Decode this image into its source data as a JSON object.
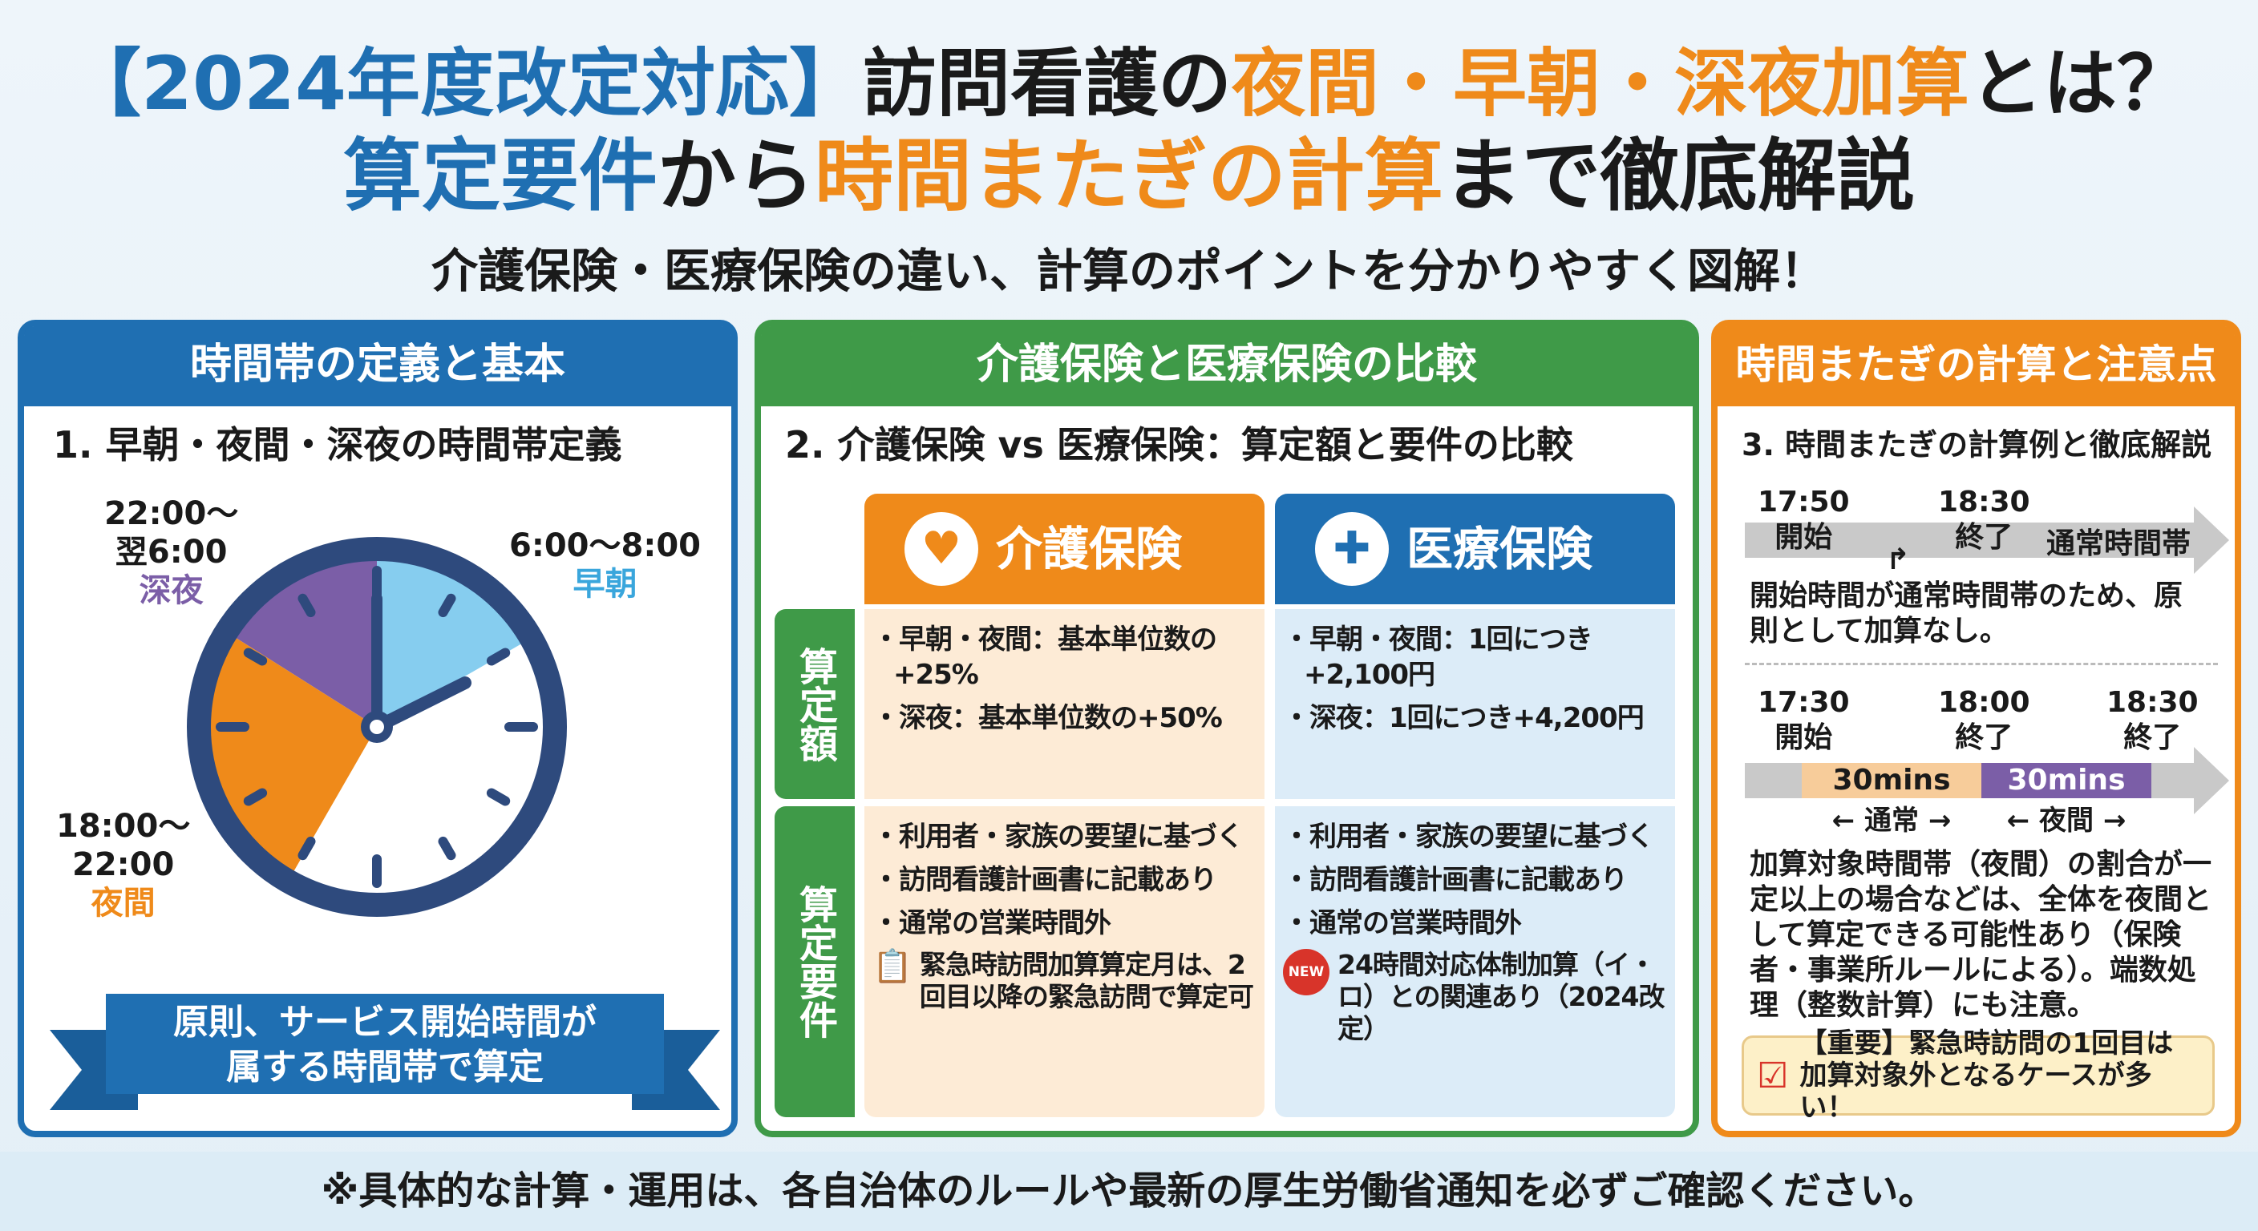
{
  "header": {
    "title_line1": [
      {
        "text": "【2024年度改定対応】",
        "color": "blue"
      },
      {
        "text": "訪問看護の",
        "color": "black"
      },
      {
        "text": "夜間・早朝・深夜加算",
        "color": "orange"
      },
      {
        "text": "とは？",
        "color": "black"
      }
    ],
    "title_line2": [
      {
        "text": "算定要件",
        "color": "blue"
      },
      {
        "text": "から",
        "color": "black"
      },
      {
        "text": "時間またぎの計算",
        "color": "orange"
      },
      {
        "text": "まで徹底解説",
        "color": "black"
      }
    ],
    "subtitle": "介護保険・医療保険の違い、計算のポイントを分かりやすく図解！"
  },
  "left": {
    "header": "時間帯の定義と基本",
    "subtitle": "1. 早朝・夜間・深夜の時間帯定義",
    "shinya": {
      "time1": "22:00〜",
      "time2": "翌6:00",
      "label": "深夜",
      "color": "#7b5ea7"
    },
    "soucho": {
      "time1": "6:00〜8:00",
      "label": "早朝",
      "color": "#86cdef"
    },
    "yakan": {
      "time1": "18:00〜",
      "time2": "22:00",
      "label": "夜間",
      "color": "#ef8a1a"
    },
    "ribbon_line1": "原則、サービス開始時間が",
    "ribbon_line2": "属する時間帯で算定"
  },
  "middle": {
    "header": "介護保険と医療保険の比較",
    "subtitle": "2. 介護保険 vs 医療保険：算定額と要件の比較",
    "col_kaigo": "介護保険",
    "col_iryo": "医療保険",
    "row_amount": "算定額",
    "row_req": "算定要件",
    "kaigo_amount": [
      "早朝・夜間：基本単位数の+25%",
      "深夜：基本単位数の+50%"
    ],
    "iryo_amount": [
      "早朝・夜間：1回につき +2,100円",
      "深夜：1回につき+4,200円"
    ],
    "kaigo_req": [
      "利用者・家族の要望に基づく",
      "訪問看護計画書に記載あり",
      "通常の営業時間外"
    ],
    "kaigo_note": "緊急時訪問加算算定月は、2回目以降の緊急訪問で算定可",
    "iryo_req": [
      "利用者・家族の要望に基づく",
      "訪問看護計画書に記載あり",
      "通常の営業時間外"
    ],
    "iryo_badge": "NEW",
    "iryo_note": "24時間対応体制加算（イ・ロ）との関連あり（2024改定）"
  },
  "right": {
    "header": "時間またぎの計算と注意点",
    "subtitle": "3. 時間またぎの計算例と徹底解説",
    "ex1": {
      "start_time": "17:50",
      "start_label": "開始",
      "end_time": "18:30",
      "end_label": "終了",
      "band": "通常時間帯",
      "text": "開始時間が通常時間帯のため、原則として加算なし。"
    },
    "ex2": {
      "start_time": "17:30",
      "start_label": "開始",
      "mid_time": "18:00",
      "mid_label": "終了",
      "end_time": "18:30",
      "end_label": "終了",
      "seg1": "30mins",
      "seg2": "30mins",
      "span1": "通常",
      "span2": "夜間",
      "text": "加算対象時間帯（夜間）の割合が一定以上の場合などは、全体を夜間として算定できる可能性あり（保険者・事業所ルールによる）。端数処理（整数計算）にも注意。"
    },
    "important": "【重要】緊急時訪問の1回目は加算対象外となるケースが多い！"
  },
  "footer": "※具体的な計算・運用は、各自治体のルールや最新の厚生労働省通知を必ずご確認ください。",
  "colors": {
    "blue": "#1f6fb2",
    "orange": "#ef8a1a",
    "green": "#3f9a48",
    "purple": "#7b5ea7",
    "navy": "#2e4a7d"
  }
}
